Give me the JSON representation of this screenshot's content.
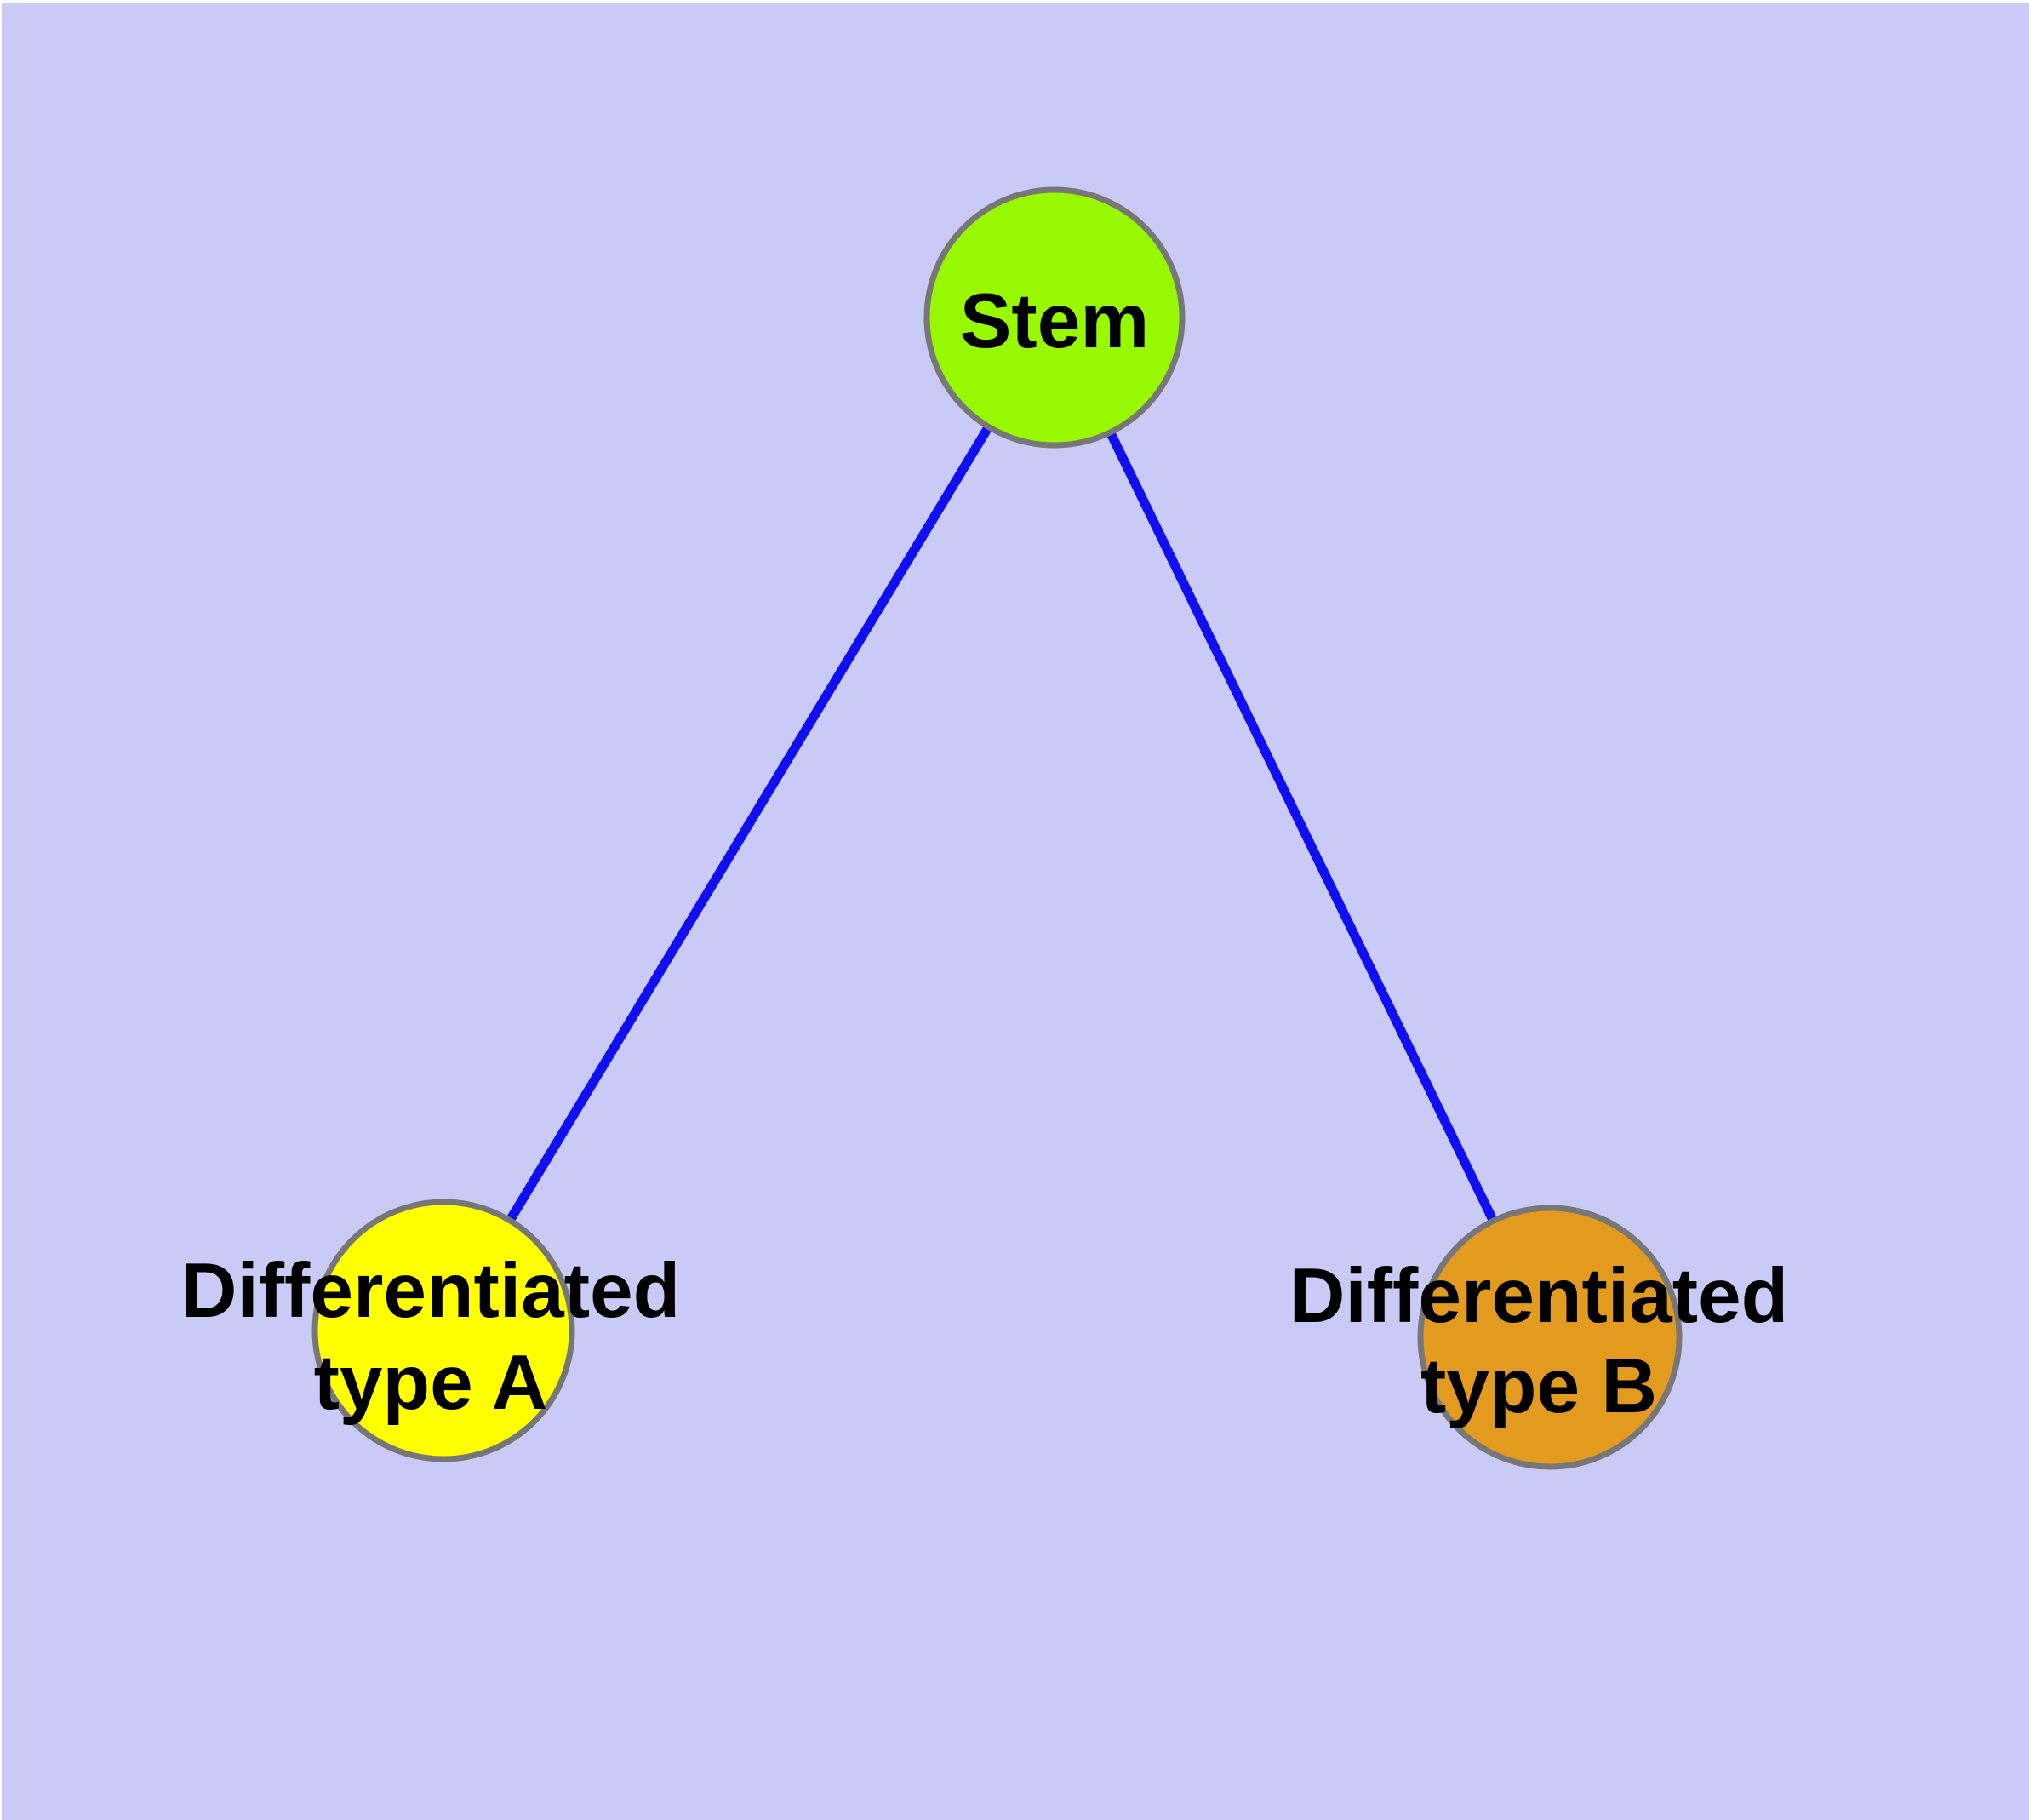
{
  "diagram": {
    "colors": {
      "background": "#cacaf7",
      "page_margin": "#ffffff",
      "node_border": "#777777",
      "edge": "#0f0ff0",
      "label_text": "#000000"
    },
    "nodes": [
      {
        "id": "stem",
        "label": "Stem",
        "label_lines": [
          "Stem"
        ],
        "fill": "#97f800"
      },
      {
        "id": "differentiated-type-a",
        "label": "Differentiated type A",
        "label_lines": [
          "Differentiated",
          "type A"
        ],
        "fill": "#ffff00"
      },
      {
        "id": "differentiated-type-b",
        "label": "Differentiated type B",
        "label_lines": [
          "Differentiated",
          "type B"
        ],
        "fill": "#e39b1f"
      }
    ],
    "edges": [
      {
        "from": "stem",
        "to": "differentiated-type-a"
      },
      {
        "from": "stem",
        "to": "differentiated-type-b"
      }
    ]
  }
}
